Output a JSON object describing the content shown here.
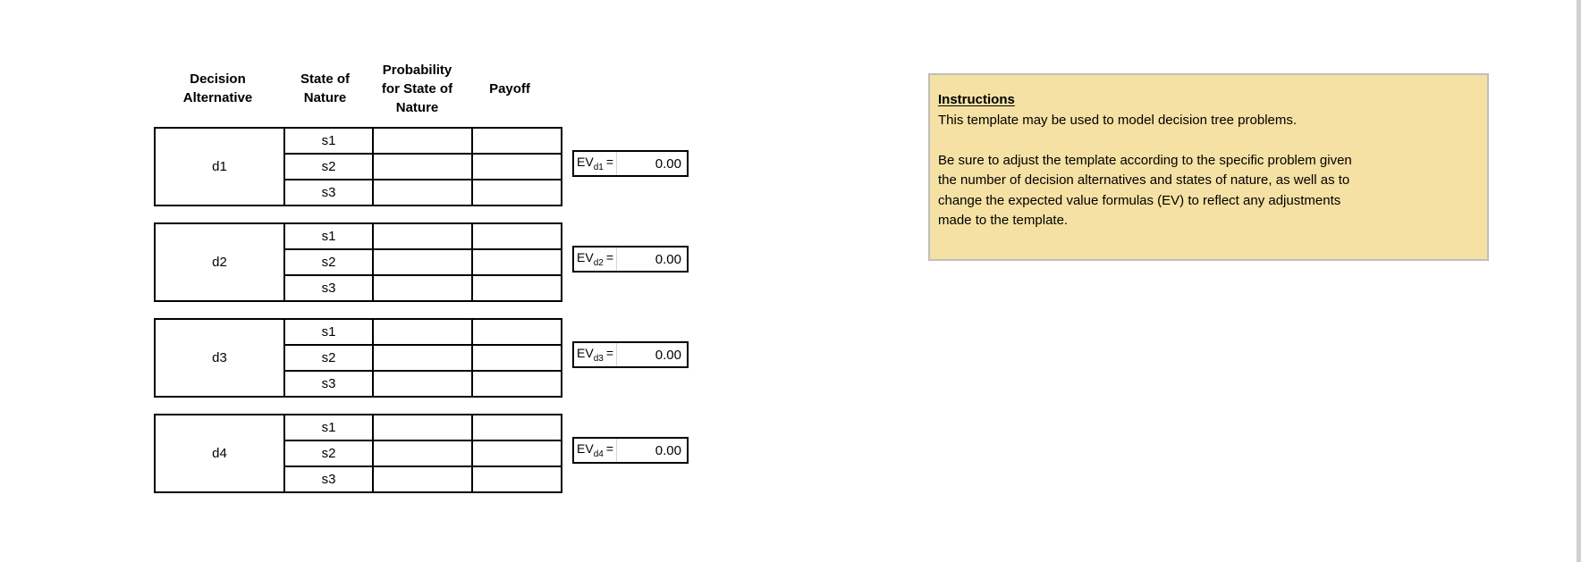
{
  "table": {
    "headers": [
      "Decision\nAlternative",
      "State of\nNature",
      "Probability\nfor State of\nNature",
      "Payoff"
    ],
    "ev_prefix": "EV",
    "ev_equals": "=",
    "blocks": [
      {
        "label": "d1",
        "states": [
          "s1",
          "s2",
          "s3"
        ],
        "ev_sub": "d1",
        "ev_value": "0.00"
      },
      {
        "label": "d2",
        "states": [
          "s1",
          "s2",
          "s3"
        ],
        "ev_sub": "d2",
        "ev_value": "0.00"
      },
      {
        "label": "d3",
        "states": [
          "s1",
          "s2",
          "s3"
        ],
        "ev_sub": "d3",
        "ev_value": "0.00"
      },
      {
        "label": "d4",
        "states": [
          "s1",
          "s2",
          "s3"
        ],
        "ev_sub": "d4",
        "ev_value": "0.00"
      }
    ]
  },
  "instructions": {
    "title": "Instructions",
    "intro": "This template may be used to model decision tree problems.",
    "body_lines": [
      "Be sure to adjust the template according to the specific problem given",
      "the number of decision alternatives and states of nature, as well as to",
      "change the expected value formulas (EV) to reflect any adjustments",
      "made to the template."
    ]
  },
  "colors": {
    "instructions_bg": "#F5E1A3",
    "instructions_border": "#BFBFBF",
    "table_border": "#000000",
    "scrollbar_strip": "#CFD0D4"
  }
}
